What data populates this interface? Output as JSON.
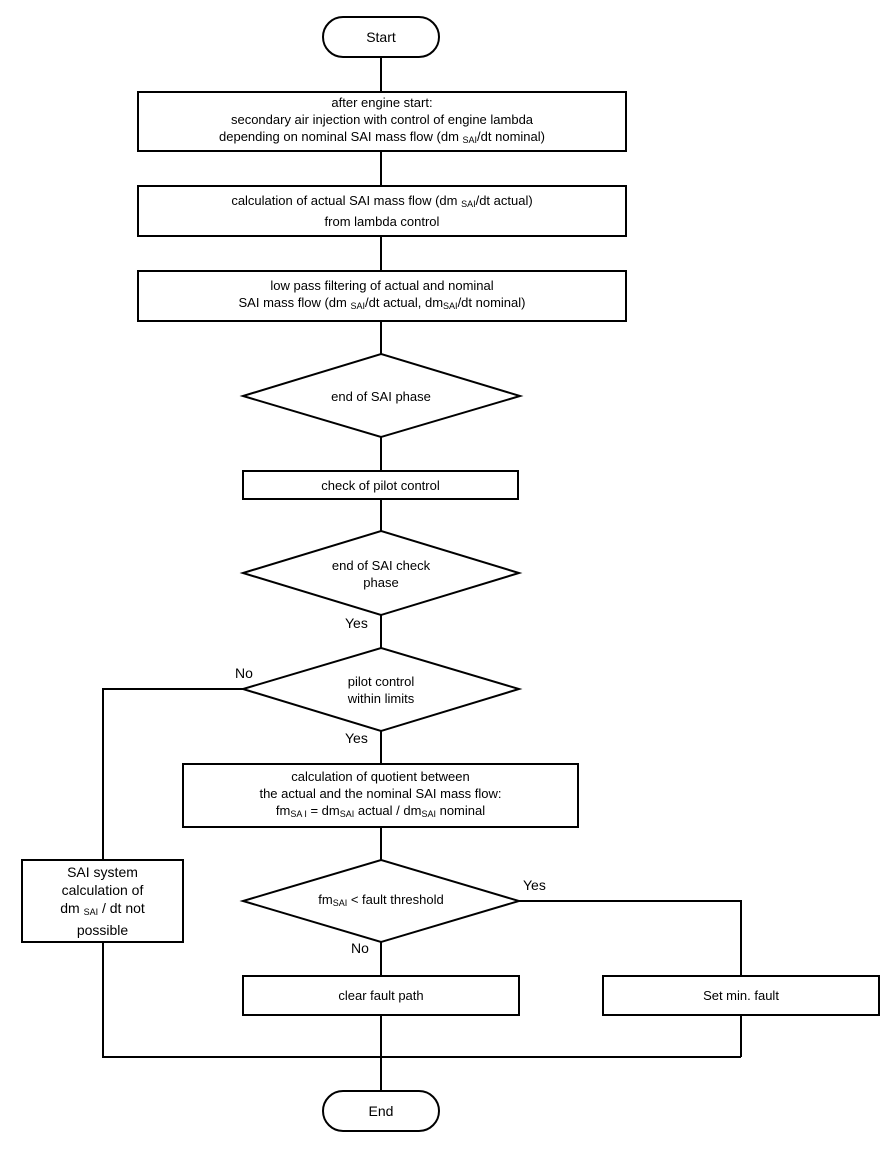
{
  "start": "Start",
  "end": "End",
  "step1": {
    "line1": "after engine start:",
    "line2": "secondary air injection with control of engine lambda",
    "line3_pre": "depending on nominal SAI mass flow (dm ",
    "line3_sub": "SAI",
    "line3_post": "/dt nominal)"
  },
  "step2": {
    "line1_pre": "calculation of actual SAI mass flow (dm ",
    "line1_sub": "SAI",
    "line1_post": "/dt actual)",
    "line2": "from lambda control"
  },
  "step3": {
    "line1": "low pass filtering of actual and nominal",
    "line2_pre": "SAI mass flow (dm ",
    "line2_sub": "SAI",
    "line2_mid": "/dt actual, dm",
    "line2_sub2": "SAI",
    "line2_post": "/dt nominal)"
  },
  "decision1": "end of SAI phase",
  "step4": "check of pilot control",
  "decision2": {
    "line1": "end of SAI check",
    "line2": "phase"
  },
  "decision3": {
    "line1": "pilot control",
    "line2": "within limits"
  },
  "step5": {
    "line1": "calculation of quotient between",
    "line2": "the actual and the nominal SAI mass flow:",
    "line3_a": "fm",
    "line3_sub1": "SA I",
    "line3_b": "= dm",
    "line3_sub2": "SAI",
    "line3_c": "actual / dm",
    "line3_sub3": "SAI",
    "line3_d": "nominal"
  },
  "decision4": {
    "pre": "fm",
    "sub": "SAI",
    "post": " < fault threshold"
  },
  "side_box": {
    "line1": "SAI system",
    "line2": "calculation of",
    "line3_pre": "dm ",
    "line3_sub": "SAI",
    "line3_post": " / dt not",
    "line4": "possible"
  },
  "clear_fault": "clear fault path",
  "set_fault": "Set min. fault",
  "labels": {
    "yes1": "Yes",
    "no_pilot": "No",
    "yes_pilot": "Yes",
    "yes_threshold": "Yes",
    "no_threshold": "No"
  }
}
